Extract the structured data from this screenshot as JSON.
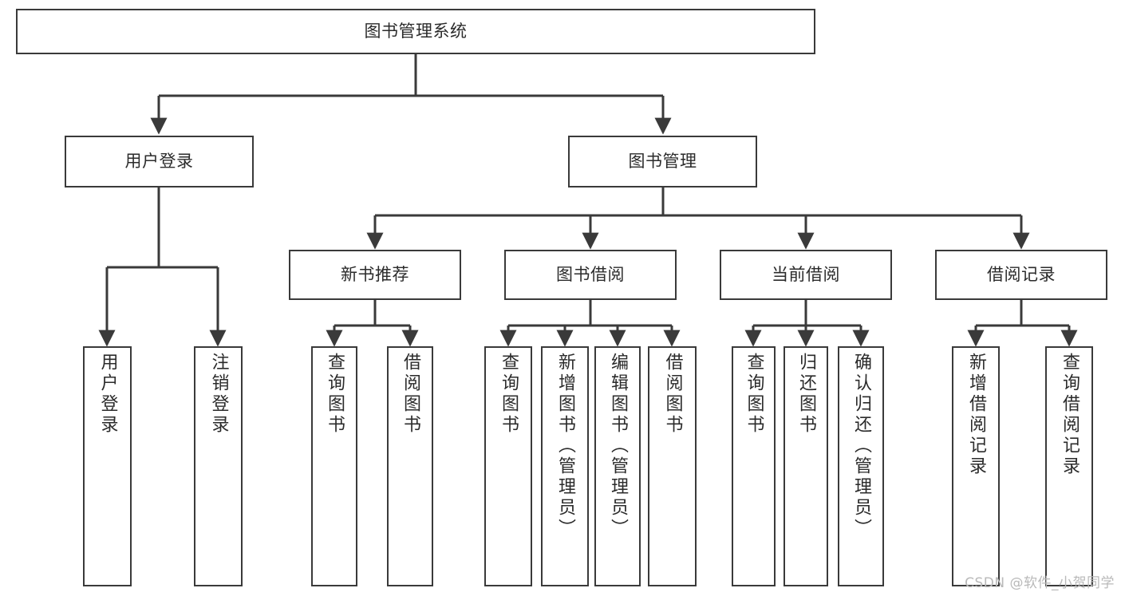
{
  "diagram": {
    "type": "tree",
    "title": "图书管理系统",
    "watermark": "CSDN @软件_小贺同学",
    "colors": {
      "stroke": "#3a3a3a",
      "text": "#2b2b2b",
      "background": "#ffffff",
      "watermark": "#b9b9b9"
    },
    "levels": {
      "root": {
        "label": "图书管理系统"
      },
      "level1": [
        {
          "label": "用户登录"
        },
        {
          "label": "图书管理"
        }
      ],
      "level2": [
        {
          "label": "新书推荐"
        },
        {
          "label": "图书借阅"
        },
        {
          "label": "当前借阅"
        },
        {
          "label": "借阅记录"
        }
      ],
      "leaves": {
        "user_login": [
          {
            "label": "用户登录"
          },
          {
            "label": "注销登录"
          }
        ],
        "new_book_recommend": [
          {
            "label": "查询图书"
          },
          {
            "label": "借阅图书"
          }
        ],
        "book_borrow": [
          {
            "label": "查询图书"
          },
          {
            "label": "新增图书（管理员）"
          },
          {
            "label": "编辑图书（管理员）"
          },
          {
            "label": "借阅图书"
          }
        ],
        "current_borrow": [
          {
            "label": "查询图书"
          },
          {
            "label": "归还图书"
          },
          {
            "label": "确认归还（管理员）"
          }
        ],
        "borrow_records": [
          {
            "label": "新增借阅记录"
          },
          {
            "label": "查询借阅记录"
          }
        ]
      }
    }
  }
}
